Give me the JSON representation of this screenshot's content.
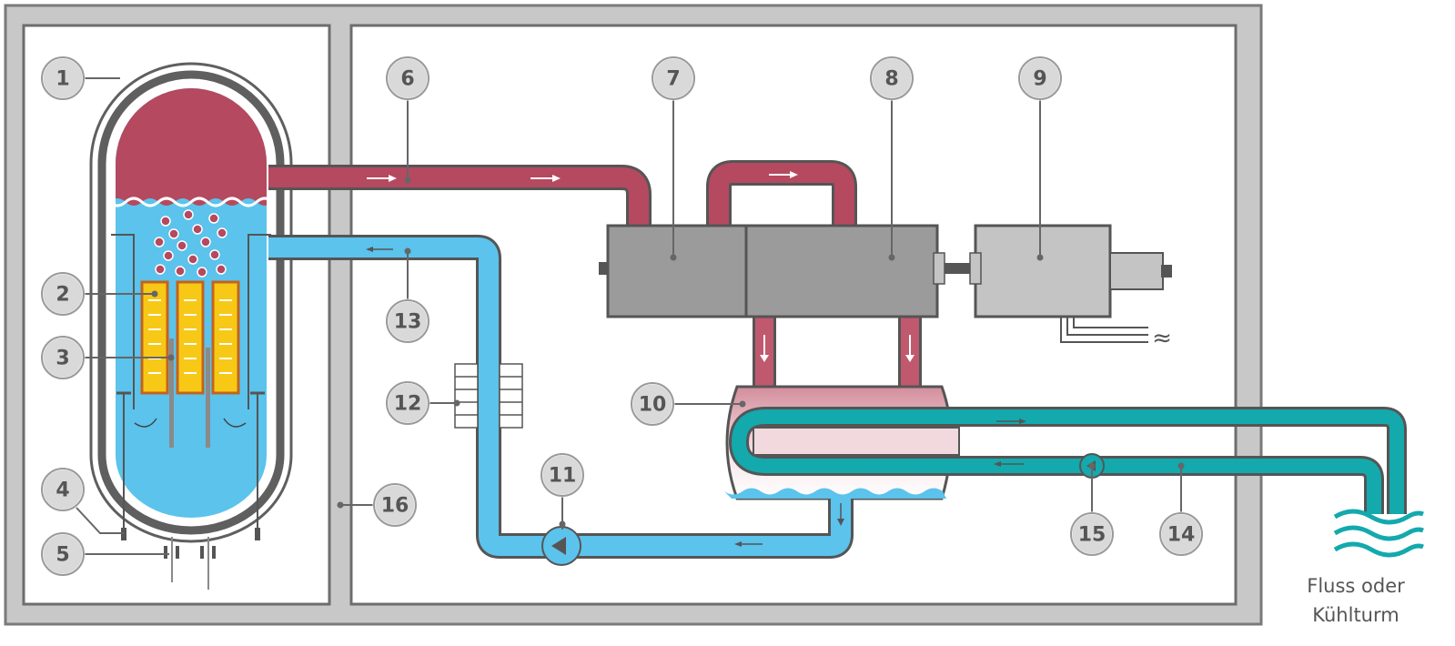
{
  "diagram": {
    "markers": [
      "1",
      "2",
      "3",
      "4",
      "5",
      "6",
      "7",
      "8",
      "9",
      "10",
      "11",
      "12",
      "13",
      "14",
      "15",
      "16"
    ],
    "caption_lines": [
      "Fluss oder",
      "Kühlturm"
    ],
    "output_symbol": "≈",
    "colors": {
      "steam": "#b5495f",
      "water": "#5bc3ec",
      "cooling_water": "#13a9ad",
      "fuel": "#f7c816",
      "fuel_border": "#c4631c",
      "machine_dark": "#9b9b9b",
      "machine_light": "#c4c4c4",
      "containment": "#c8c8c8",
      "marker_fill": "#d9d9d9"
    }
  }
}
